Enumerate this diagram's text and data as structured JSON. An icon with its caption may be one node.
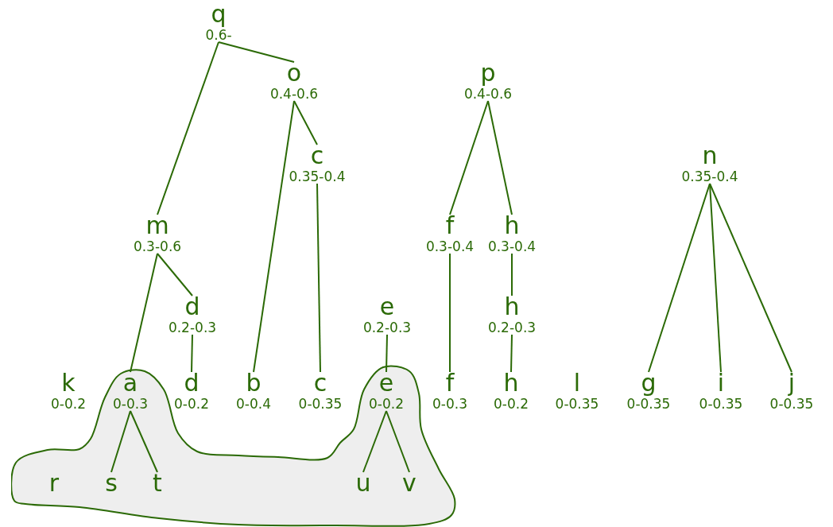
{
  "diagram": {
    "nodes": [
      {
        "text": [
          "q",
          "0.6-"
        ]
      },
      {
        "text": [
          "o",
          "0.4-0.6"
        ]
      },
      {
        "text": [
          "p",
          "0.4-0.6"
        ]
      },
      {
        "text": [
          "c",
          "0.35-0.4"
        ]
      },
      {
        "text": [
          "n",
          "0.35-0.4"
        ]
      },
      {
        "text": [
          "m",
          "0.3-0.6"
        ]
      },
      {
        "text": [
          "f",
          "0.3-0.4"
        ]
      },
      {
        "text": [
          "h",
          "0.3-0.4"
        ]
      },
      {
        "text": [
          "d",
          "0.2-0.3"
        ]
      },
      {
        "text": [
          "e",
          "0.2-0.3"
        ]
      },
      {
        "text": [
          "h",
          "0.2-0.3"
        ]
      },
      {
        "text": [],
        "shape": "blob"
      },
      {
        "text": [
          "k",
          "0-0.2"
        ]
      },
      {
        "text": [
          "a",
          "0-0.3"
        ],
        "in": 11
      },
      {
        "text": [
          "d",
          "0-0.2"
        ]
      },
      {
        "text": [
          "b",
          "0-0.4"
        ]
      },
      {
        "text": [
          "c",
          "0-0.35"
        ]
      },
      {
        "text": [
          "e",
          "0-0.2"
        ],
        "in": 11
      },
      {
        "text": [
          "f",
          "0-0.3"
        ]
      },
      {
        "text": [
          "h",
          "0-0.2"
        ]
      },
      {
        "text": [
          "l",
          "0-0.35"
        ]
      },
      {
        "text": [
          "g",
          "0-0.35"
        ]
      },
      {
        "text": [
          "i",
          "0-0.35"
        ]
      },
      {
        "text": [
          "j",
          "0-0.35"
        ]
      },
      {
        "text": [
          "r"
        ],
        "in": 11
      },
      {
        "text": [
          "s"
        ],
        "in": 11
      },
      {
        "text": [
          "t"
        ],
        "in": 11
      },
      {
        "text": [
          "u"
        ],
        "in": 11
      },
      {
        "text": [
          "v"
        ],
        "in": 11
      }
    ],
    "edges": [
      {
        "from": 0,
        "to": 5,
        "arrow": "none"
      },
      {
        "from": 0,
        "to": 1,
        "arrow": "none"
      },
      {
        "from": 1,
        "to": 15,
        "arrow": "none"
      },
      {
        "from": 1,
        "to": 3,
        "arrow": "none"
      },
      {
        "from": 3,
        "to": 16,
        "arrow": "none"
      },
      {
        "from": 2,
        "to": 6,
        "arrow": "none"
      },
      {
        "from": 2,
        "to": 7,
        "arrow": "none"
      },
      {
        "from": 4,
        "to": 21,
        "arrow": "none"
      },
      {
        "from": 4,
        "to": 22,
        "arrow": "none"
      },
      {
        "from": 4,
        "to": 23,
        "arrow": "none"
      },
      {
        "from": 5,
        "to": 13,
        "arrow": "none"
      },
      {
        "from": 5,
        "to": 8,
        "arrow": "none"
      },
      {
        "from": 6,
        "to": 18,
        "arrow": "none"
      },
      {
        "from": 7,
        "to": 10,
        "arrow": "none"
      },
      {
        "from": 8,
        "to": 14,
        "arrow": "none"
      },
      {
        "from": 9,
        "to": 17,
        "arrow": "none"
      },
      {
        "from": 10,
        "to": 19,
        "arrow": "none"
      },
      {
        "from": 13,
        "to": 25,
        "arrow": "none"
      },
      {
        "from": 13,
        "to": 26,
        "arrow": "none"
      },
      {
        "from": 17,
        "to": 27,
        "arrow": "none"
      },
      {
        "from": 17,
        "to": 28,
        "arrow": "none"
      }
    ]
  }
}
